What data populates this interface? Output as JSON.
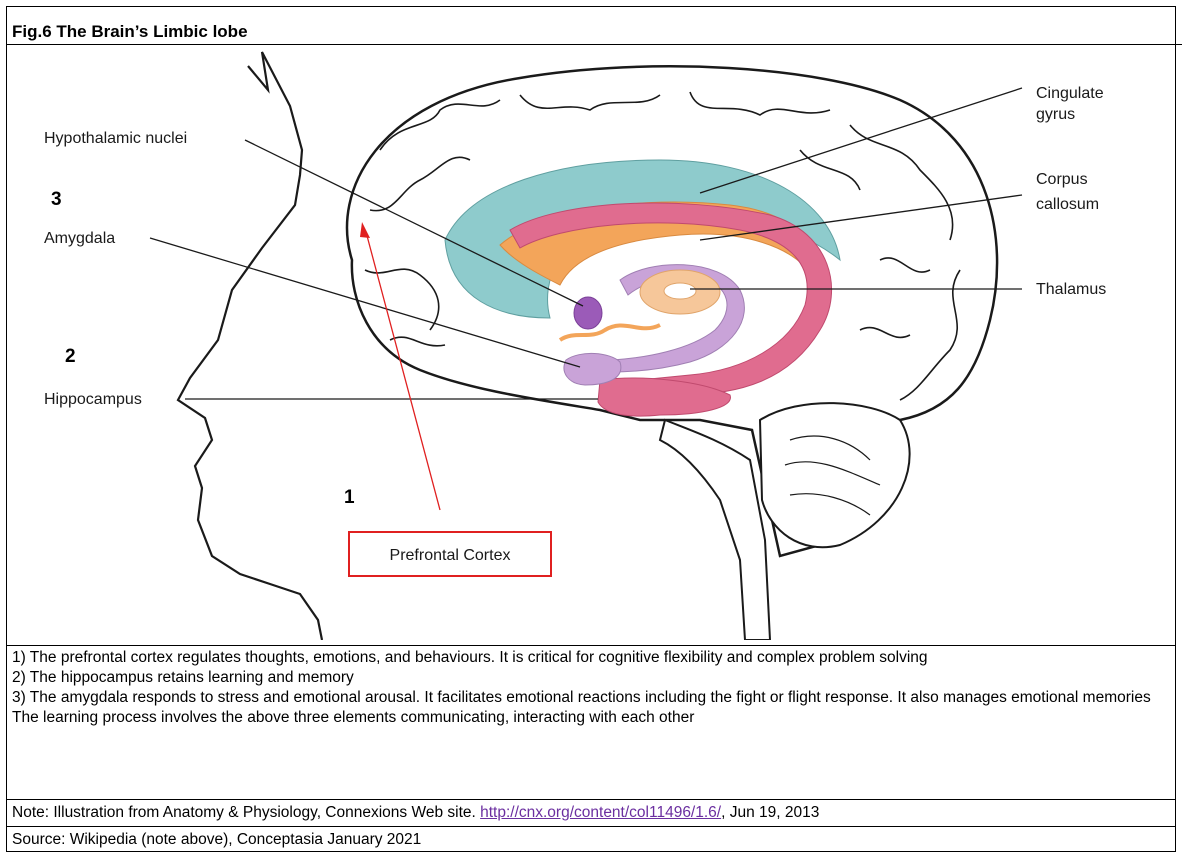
{
  "title": "Fig.6 The Brain’s Limbic lobe",
  "diagram": {
    "labels": {
      "hypothalamic_nuclei": "Hypothalamic nuclei",
      "amygdala": "Amygdala",
      "hippocampus": "Hippocampus",
      "cingulate_gyrus_1": "Cingulate",
      "cingulate_gyrus_2": "gyrus",
      "corpus_callosum_1": "Corpus",
      "corpus_callosum_2": "callosum",
      "thalamus": "Thalamus",
      "prefrontal_cortex": "Prefrontal Cortex"
    },
    "numbers": {
      "n1": "1",
      "n2": "2",
      "n3": "3"
    },
    "colors": {
      "cingulate": "#8ecbcc",
      "corpus_callosum": "#f3a55a",
      "hippocampus": "#e06c8f",
      "amygdala": "#c9a3d8",
      "hypothalamus": "#9b5bb8",
      "arrow": "#e02020",
      "thalamus": "#f6c79a"
    }
  },
  "notes": [
    "1) The prefrontal cortex regulates thoughts, emotions, and behaviours. It is critical for cognitive flexibility and complex problem solving",
    "2) The hippocampus retains learning and memory",
    "3) The amygdala responds to stress and emotional arousal. It facilitates emotional reactions including the fight or flight response. It also manages emotional memories",
    "The learning process involves the above three elements communicating, interacting with each other"
  ],
  "note_line": {
    "prefix": "Note:",
    "text": " Illustration from Anatomy & Physiology, Connexions Web site. ",
    "link": "http://cnx.org/content/col11496/1.6/",
    "suffix": ", Jun 19, 2013"
  },
  "source_line": "Source: Wikipedia (note above), Conceptasia January 2021"
}
